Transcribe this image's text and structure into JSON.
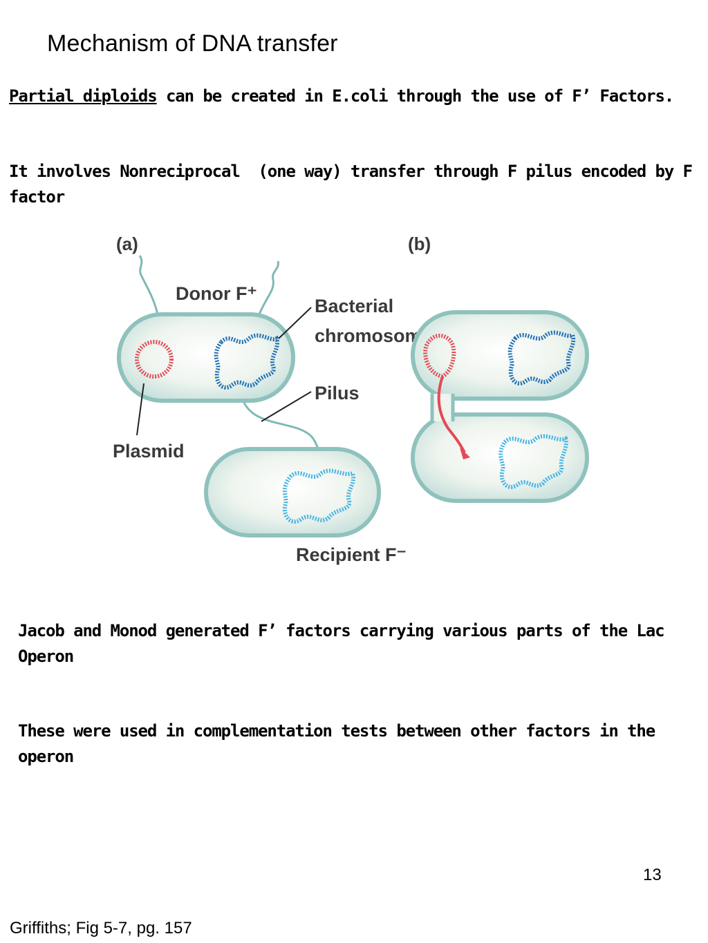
{
  "title": "Mechanism of DNA transfer",
  "para1": {
    "underlined": "Partial diploids",
    "rest": " can be created in E.coli through the use of F’ Factors."
  },
  "para2": "It involves Nonreciprocal  (one way) transfer through F pilus encoded by F factor",
  "figure": {
    "panel_a": "(a)",
    "panel_b": "(b)",
    "donor": "Donor F⁺",
    "bacterial_line1": "Bacterial",
    "bacterial_line2": "chromosome",
    "pilus": "Pilus",
    "plasmid": "Plasmid",
    "recipient": "Recipient F⁻",
    "colors": {
      "cell_fill": "#eef4ee",
      "cell_edge": "#8fc2bd",
      "plasmid": "#e34a55",
      "chromosome_dark": "#1f6fb5",
      "chromosome_light": "#45b4e6"
    }
  },
  "para3": "Jacob and Monod generated F’ factors carrying various parts of the Lac Operon",
  "para4": "These were used in complementation tests between other factors in the operon",
  "page_number": "13",
  "footer": "Griffiths; Fig 5-7, pg. 157"
}
